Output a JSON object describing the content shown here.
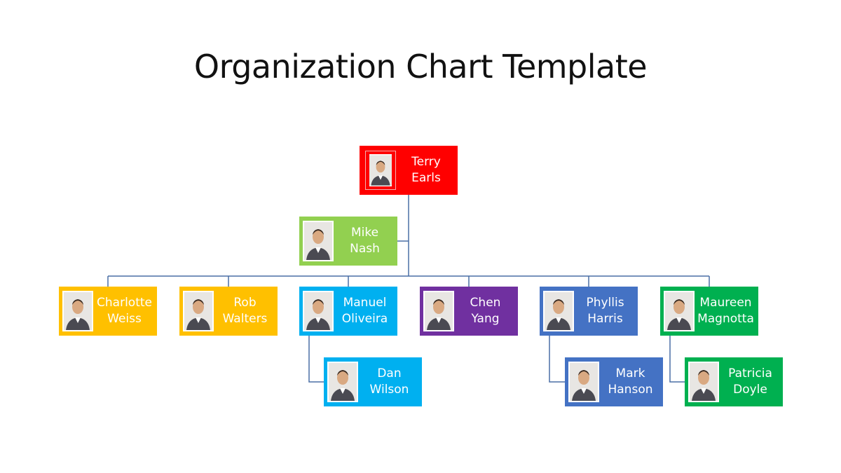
{
  "title": "Organization Chart Template",
  "colors": {
    "connector": "#4A6FA5",
    "red": "#FF0000",
    "light_green": "#92D050",
    "gold": "#FFC000",
    "sky_blue": "#00B0F0",
    "purple": "#7030A0",
    "blue": "#4472C4",
    "green": "#00B050"
  },
  "nodes": [
    {
      "first": "Terry",
      "last": "Earls",
      "icon": "person-photo"
    },
    {
      "first": "Mike",
      "last": "Nash",
      "icon": "person-photo"
    },
    {
      "first": "Charlotte",
      "last": "Weiss",
      "icon": "person-photo"
    },
    {
      "first": "Rob",
      "last": "Walters",
      "icon": "person-photo"
    },
    {
      "first": "Manuel",
      "last": "Oliveira",
      "icon": "person-photo"
    },
    {
      "first": "Chen",
      "last": "Yang",
      "icon": "person-photo"
    },
    {
      "first": "Phyllis",
      "last": "Harris",
      "icon": "person-photo"
    },
    {
      "first": "Maureen",
      "last": "Magnotta",
      "icon": "person-photo"
    },
    {
      "first": "Dan",
      "last": "Wilson",
      "icon": "person-photo"
    },
    {
      "first": "Mark",
      "last": "Hanson",
      "icon": "person-photo"
    },
    {
      "first": "Patricia",
      "last": "Doyle",
      "icon": "person-photo"
    }
  ]
}
